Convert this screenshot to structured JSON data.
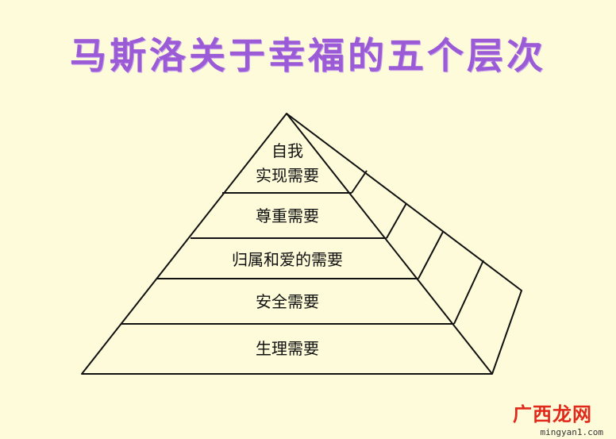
{
  "title": "马斯洛关于幸福的五个层次",
  "levels": [
    {
      "line1": "自我",
      "line2": "实现需要"
    },
    {
      "label": "尊重需要"
    },
    {
      "label": "归属和爱的需要"
    },
    {
      "label": "安全需要"
    },
    {
      "label": "生理需要"
    }
  ],
  "watermark": {
    "site_name": "广西龙网",
    "site_url": "mingyan1.com"
  },
  "colors": {
    "background": "#fdfbd9",
    "title": "#9b5bd6",
    "lines": "#111111",
    "watermark": "#e0291b"
  }
}
